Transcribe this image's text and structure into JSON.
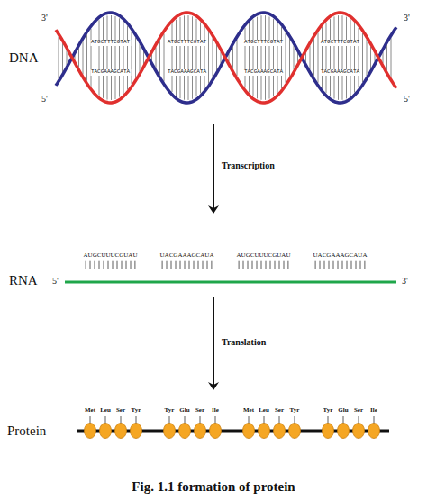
{
  "diagram": {
    "caption": "Fig. 1.1 formation of protein",
    "labels": [
      "DNA",
      "3'",
      "5'",
      "3'",
      "5'",
      "ATGCTTTCGTAT",
      "TACGAAAGCATA",
      "ATGCTTTCGTAT",
      "TACGAAAGCATA",
      "ATGCTTTCGTAT",
      "TACGAAAGCATA",
      "ATGCTTTCGTAT",
      "TACGAAAGCATA",
      "Transcription",
      "RNA",
      "5'",
      "3'",
      "AUGCUUUCGUAU",
      "UACGAAAGCAUA",
      "AUGCUUUCGUAU",
      "UACGAAAGCAUA",
      "Translation",
      "Protein",
      "Met",
      "Leu",
      "Ser",
      "Tyr",
      "Tyr",
      "Glu",
      "Ser",
      "Ile",
      "Met",
      "Leu",
      "Ser",
      "Tyr",
      "Tyr",
      "Glu",
      "Ser",
      "Ile"
    ]
  }
}
